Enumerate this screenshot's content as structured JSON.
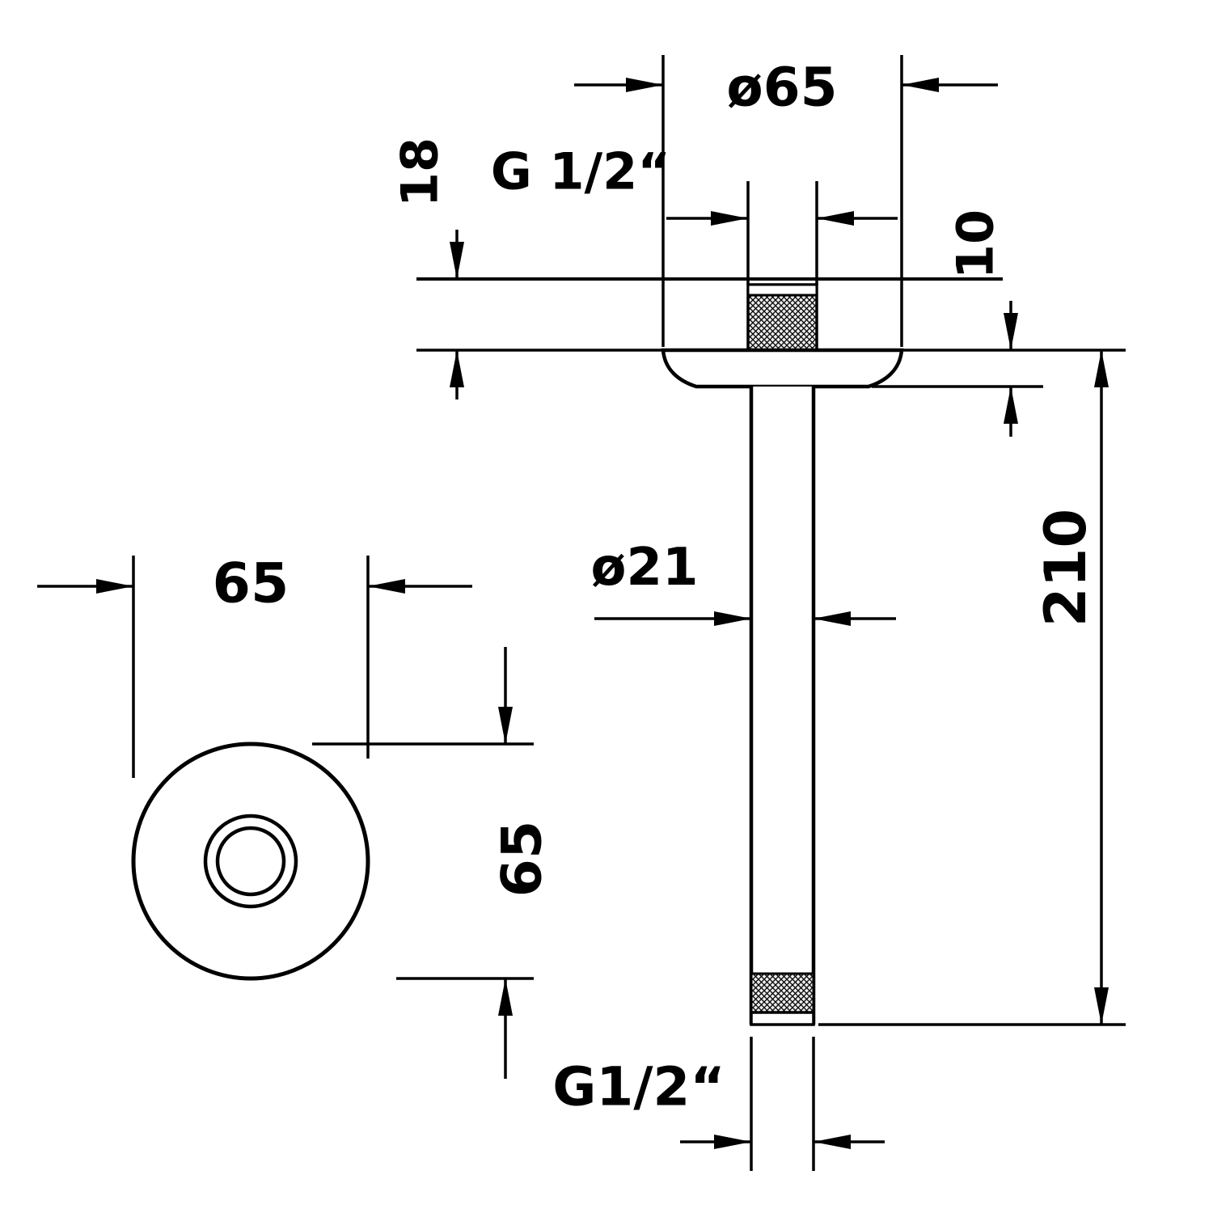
{
  "page": {
    "background_color": "#ffffff",
    "line_color": "#000000"
  },
  "labels": {
    "flange_diameter_side": "ø65",
    "top_thread": "G 1/2“",
    "thread_length": "18",
    "flange_thickness": "10",
    "arm_length": "210",
    "pipe_diameter": "ø21",
    "front_width": "65",
    "front_height": "65",
    "bottom_thread": "G1/2“"
  }
}
